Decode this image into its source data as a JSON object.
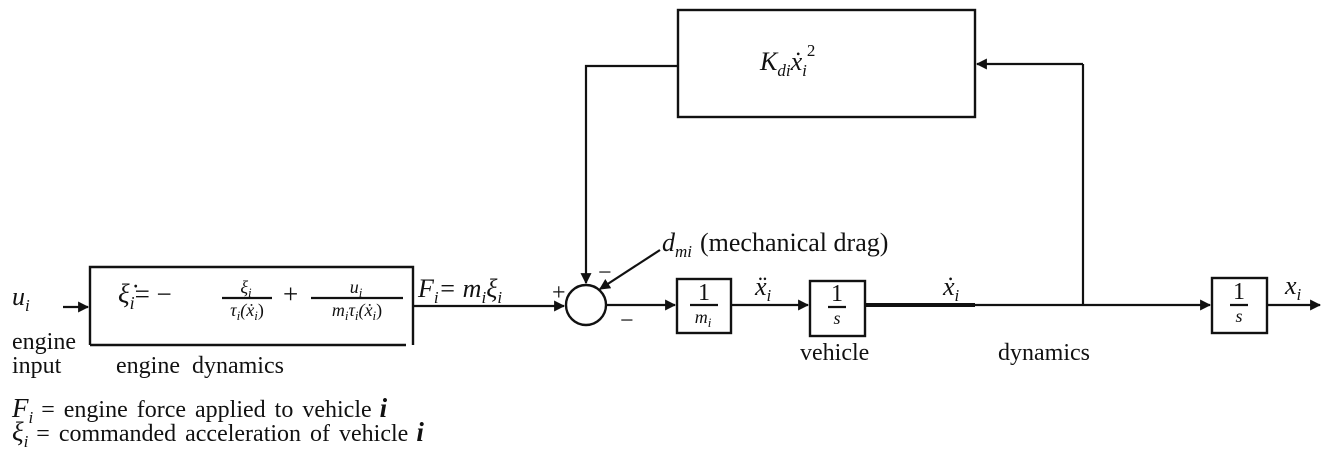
{
  "blocks": {
    "drag_feedback": {
      "base": "K",
      "sub": "di",
      "var": "ẋ",
      "var_sub": "i",
      "sup": "2"
    },
    "engine": {
      "lhs": "ξ̇",
      "lhs_sub": "i",
      "eq": "= −",
      "frac1_num": "ξ",
      "frac1_num_sub": "i",
      "frac1_den": "τ",
      "frac1_den_sub": "i",
      "frac1_den_arg": "(ẋ",
      "frac1_den_arg_sub": "i",
      "frac1_den_close": ")",
      "plus": "+",
      "frac2_num": "u",
      "frac2_num_sub": "i",
      "frac2_den_m": "m",
      "frac2_den_m_sub": "i",
      "frac2_den": "τ",
      "frac2_den_sub": "i",
      "frac2_den_arg": "(ẋ",
      "frac2_den_arg_sub": "i",
      "frac2_den_close": ")"
    },
    "mass": {
      "num": "1",
      "den": "m",
      "den_sub": "i"
    },
    "integrator1": {
      "num": "1",
      "den": "s"
    },
    "integrator2": {
      "num": "1",
      "den": "s"
    }
  },
  "signals": {
    "input": {
      "sym": "u",
      "sub": "i"
    },
    "force": {
      "lhs": "F",
      "lhs_sub": "i",
      "eq": "= m",
      "m_sub": "i",
      "xi": "ξ",
      "xi_sub": "i"
    },
    "plus_sign": "+",
    "minus_top": "−",
    "minus_right": "−",
    "drag": {
      "sym": "d",
      "sub": "mi",
      "text": "(mechanical drag)"
    },
    "accel": {
      "sym": "ẍ",
      "sub": "i"
    },
    "velocity": {
      "sym": "ẋ",
      "sub": "i"
    },
    "position": {
      "sym": "x",
      "sub": "i"
    }
  },
  "labels": {
    "engine_word": "engine",
    "input_word": "input",
    "engine_dynamics": "engine dynamics",
    "vehicle": "vehicle",
    "dynamics": "dynamics"
  },
  "legend": [
    {
      "sym": "F",
      "sub": "i",
      "text": "= engine force applied to vehicle",
      "var": "i"
    },
    {
      "sym": "ξ",
      "sub": "i",
      "text": "= commanded acceleration of vehicle",
      "var": "i"
    }
  ]
}
